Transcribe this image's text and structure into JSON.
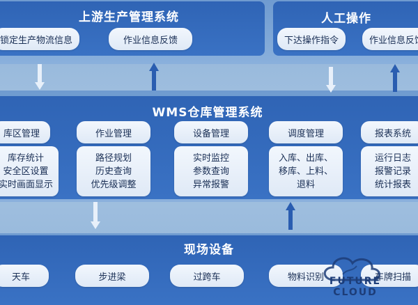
{
  "upstream": {
    "title": "上游生产管理系统",
    "items": [
      "锁定生产物流信息",
      "作业信息反馈"
    ]
  },
  "manual": {
    "title": "人工操作",
    "items": [
      "下达操作指令",
      "作业信息反馈"
    ]
  },
  "wms": {
    "title": "WMS仓库管理系统",
    "modules": [
      {
        "head": "库区管理",
        "lines": [
          "库存统计",
          "安全区设置",
          "实时画面显示"
        ]
      },
      {
        "head": "作业管理",
        "lines": [
          "路径规划",
          "历史查询",
          "优先级调整"
        ]
      },
      {
        "head": "设备管理",
        "lines": [
          "实时监控",
          "参数查询",
          "异常报警"
        ]
      },
      {
        "head": "调度管理",
        "lines": [
          "入库、出库、",
          "移库、上料、",
          "退料"
        ]
      },
      {
        "head": "报表系统",
        "lines": [
          "运行日志",
          "报警记录",
          "统计报表"
        ]
      }
    ]
  },
  "field": {
    "title": "现场设备",
    "items": [
      "天车",
      "步进梁",
      "过跨车",
      "物料识别",
      "车牌扫描"
    ]
  },
  "logo": {
    "text": "FUTURE CLOUD"
  },
  "colors": {
    "panel": "#2f64b5",
    "pill": "#eaf1fa",
    "arrow": "#2a5db0",
    "arrow_light": "#e8f0fa"
  }
}
